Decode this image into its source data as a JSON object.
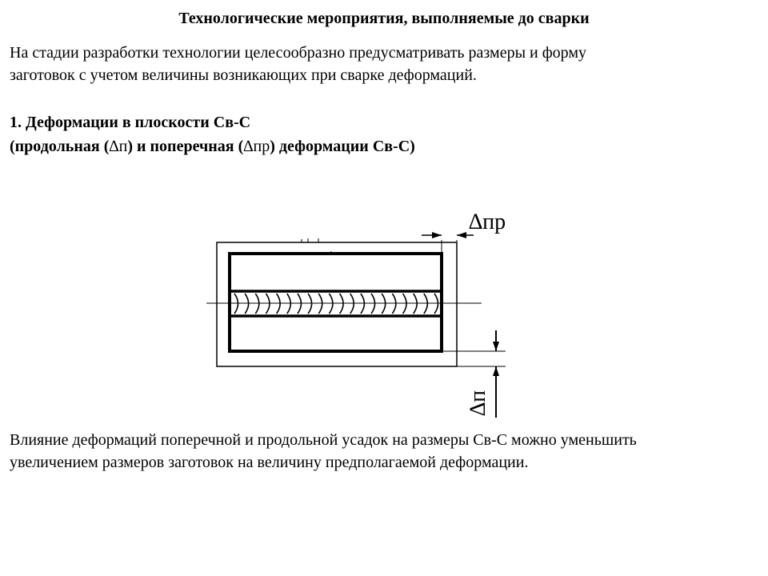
{
  "slide": {
    "title": "Технологические  мероприятия, выполняемые до сварки",
    "intro_line1": "На стадии разработки технологии целесообразно предусматривать размеры и форму",
    "intro_line2": "заготовок с учетом величины возникающих при сварке деформаций.",
    "heading1": "1. Деформации в плоскости Св-С",
    "heading2_part1": "(продольная (",
    "heading2_sym1": "∆п",
    "heading2_part2": ") и поперечная (",
    "heading2_sym2": "∆пр",
    "heading2_part3": ") деформации Св-С)",
    "conclusion_line1": "Влияние деформаций поперечной и продольной усадок на размеры Св-С можно уменьшить",
    "conclusion_line2": "увеличением размеров заготовок на величину предполагаемой деформации."
  },
  "figure": {
    "label_transverse": "∆пр",
    "label_longitudinal": "∆п",
    "weld_arcs": 20
  }
}
